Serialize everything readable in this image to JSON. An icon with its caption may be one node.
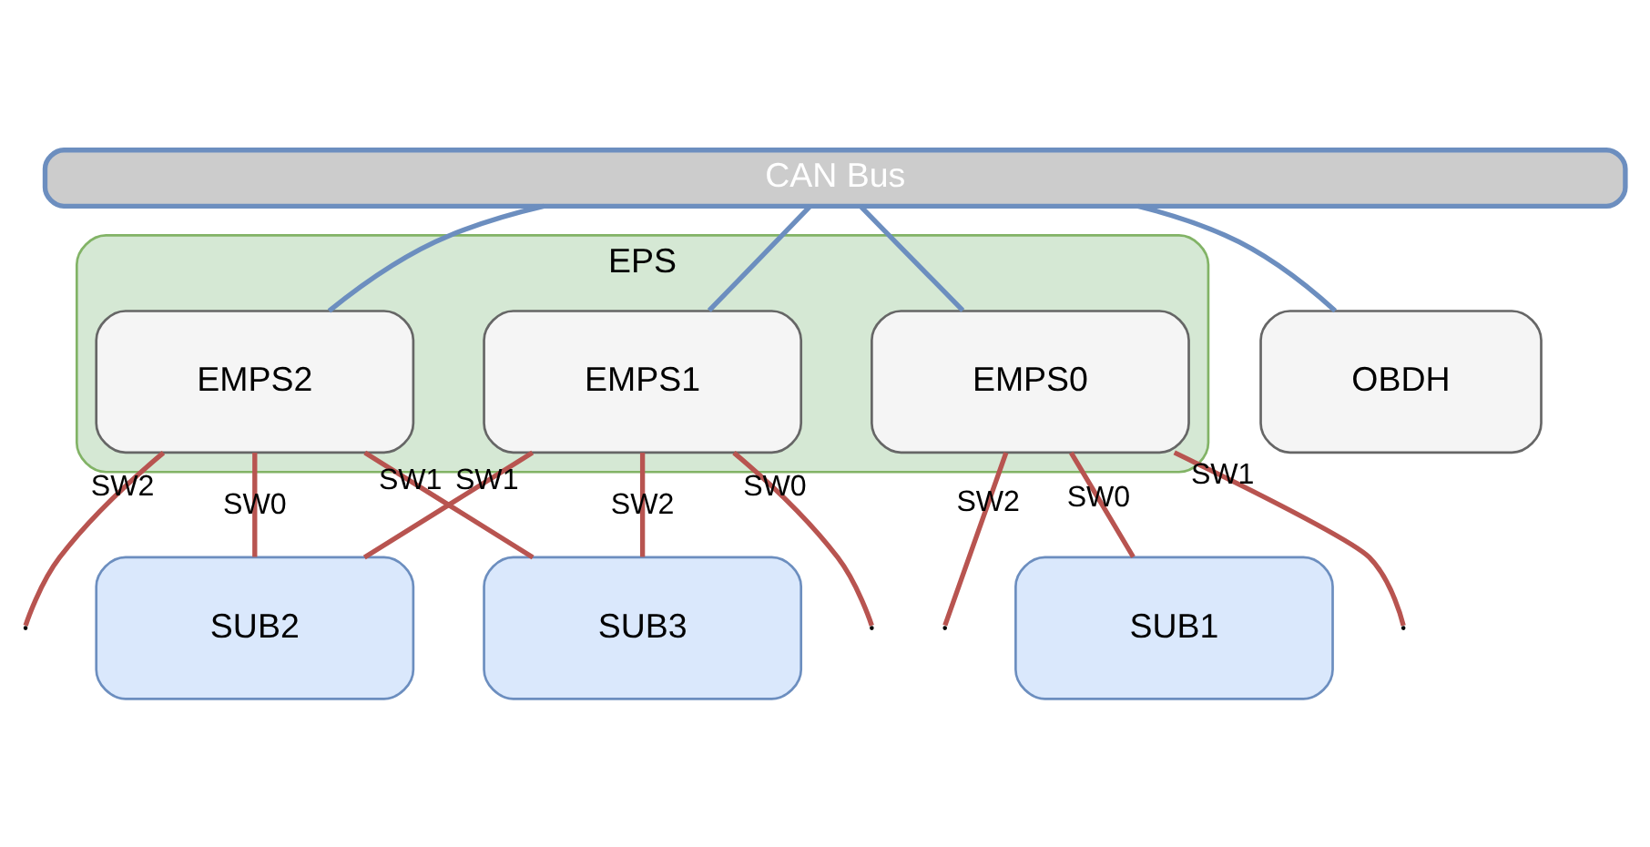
{
  "diagram": {
    "nodes": [
      {
        "text": [
          "EPS"
        ]
      },
      {
        "text": [
          "CAN Bus"
        ]
      },
      {
        "text": [
          "EMPS0"
        ],
        "in": 0
      },
      {
        "text": [
          "EMPS1"
        ],
        "in": 0
      },
      {
        "text": [
          "EMPS2"
        ],
        "in": 0
      },
      {
        "text": [
          "OBDH"
        ]
      },
      {
        "text": [
          "SUB1"
        ]
      },
      {
        "text": [
          "SUB2"
        ]
      },
      {
        "text": [
          "SUB3"
        ]
      }
    ],
    "edges": [
      {
        "from": 1,
        "to": 2,
        "arrow": "none",
        "color": "#6c8ebf"
      },
      {
        "from": 1,
        "to": 3,
        "arrow": "none",
        "color": "#6c8ebf"
      },
      {
        "from": 1,
        "to": 4,
        "arrow": "none",
        "color": "#6c8ebf"
      },
      {
        "from": 1,
        "to": 5,
        "arrow": "none",
        "color": "#6c8ebf"
      },
      {
        "from": 2,
        "to": 6,
        "arrow": "none",
        "label": "SW0"
      },
      {
        "from": 2,
        "to": null,
        "arrow": "none",
        "label": "SW1"
      },
      {
        "from": 2,
        "to": null,
        "arrow": "none",
        "label": "SW2"
      },
      {
        "from": 3,
        "to": null,
        "arrow": "none",
        "label": "SW0"
      },
      {
        "from": 3,
        "to": 7,
        "arrow": "none",
        "label": "SW1"
      },
      {
        "from": 3,
        "to": 8,
        "arrow": "none",
        "label": "SW2"
      },
      {
        "from": 4,
        "to": 7,
        "arrow": "none",
        "label": "SW0"
      },
      {
        "from": 4,
        "to": 8,
        "arrow": "none",
        "label": "SW1"
      },
      {
        "from": 4,
        "to": null,
        "arrow": "none",
        "label": "SW2"
      }
    ]
  }
}
